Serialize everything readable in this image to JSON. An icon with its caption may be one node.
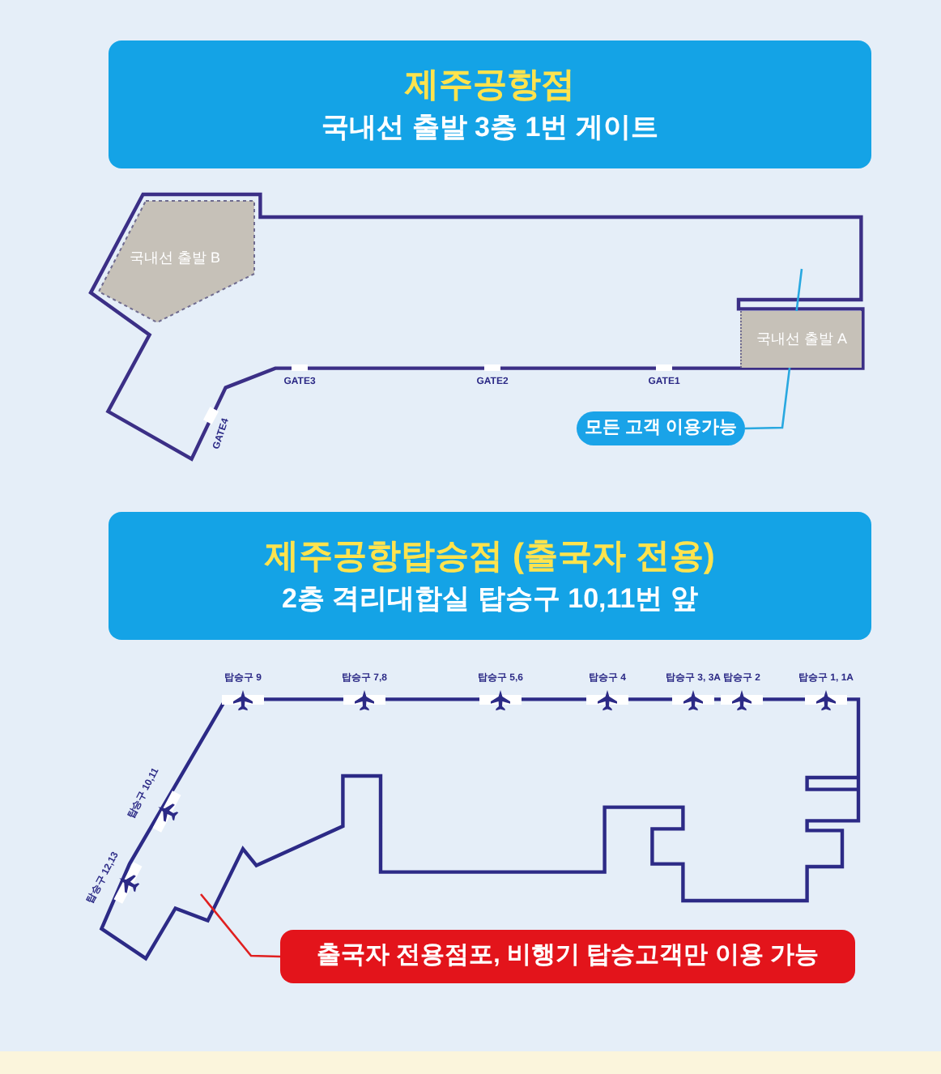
{
  "diagram": {
    "nodes": [
      {
        "text": [
          "제주공항점",
          "국내선 출발 3층 1번 게이트"
        ]
      },
      {
        "text": [
          "국내선 출발 B"
        ]
      },
      {
        "text": [
          "국내선 출발 A"
        ]
      },
      {
        "text": [
          "모든 고객 이용가능"
        ]
      },
      {
        "text": [
          "제주공항탑승점 (출국자 전용)",
          "2층 격리대합실 탑승구 10,11번 앞"
        ]
      },
      {
        "text": [
          "출국자 전용점포, 비행기 탑승고객만 이용 가능"
        ]
      }
    ],
    "edges": [
      {
        "from": 3,
        "to": null,
        "arrow": "none",
        "color": "#29a8e0"
      },
      {
        "from": 5,
        "to": null,
        "arrow": "none",
        "color": "#e02020"
      }
    ],
    "labels": [
      "GATE3",
      "GATE2",
      "GATE1",
      "GATE4",
      "탑승구 9",
      "탑승구 7,8",
      "탑승구 5,6",
      "탑승구 4",
      "탑승구 3, 3A",
      "탑승구 2",
      "탑승구 1, 1A",
      "탑승구 10,11",
      "탑승구 12,13"
    ]
  }
}
